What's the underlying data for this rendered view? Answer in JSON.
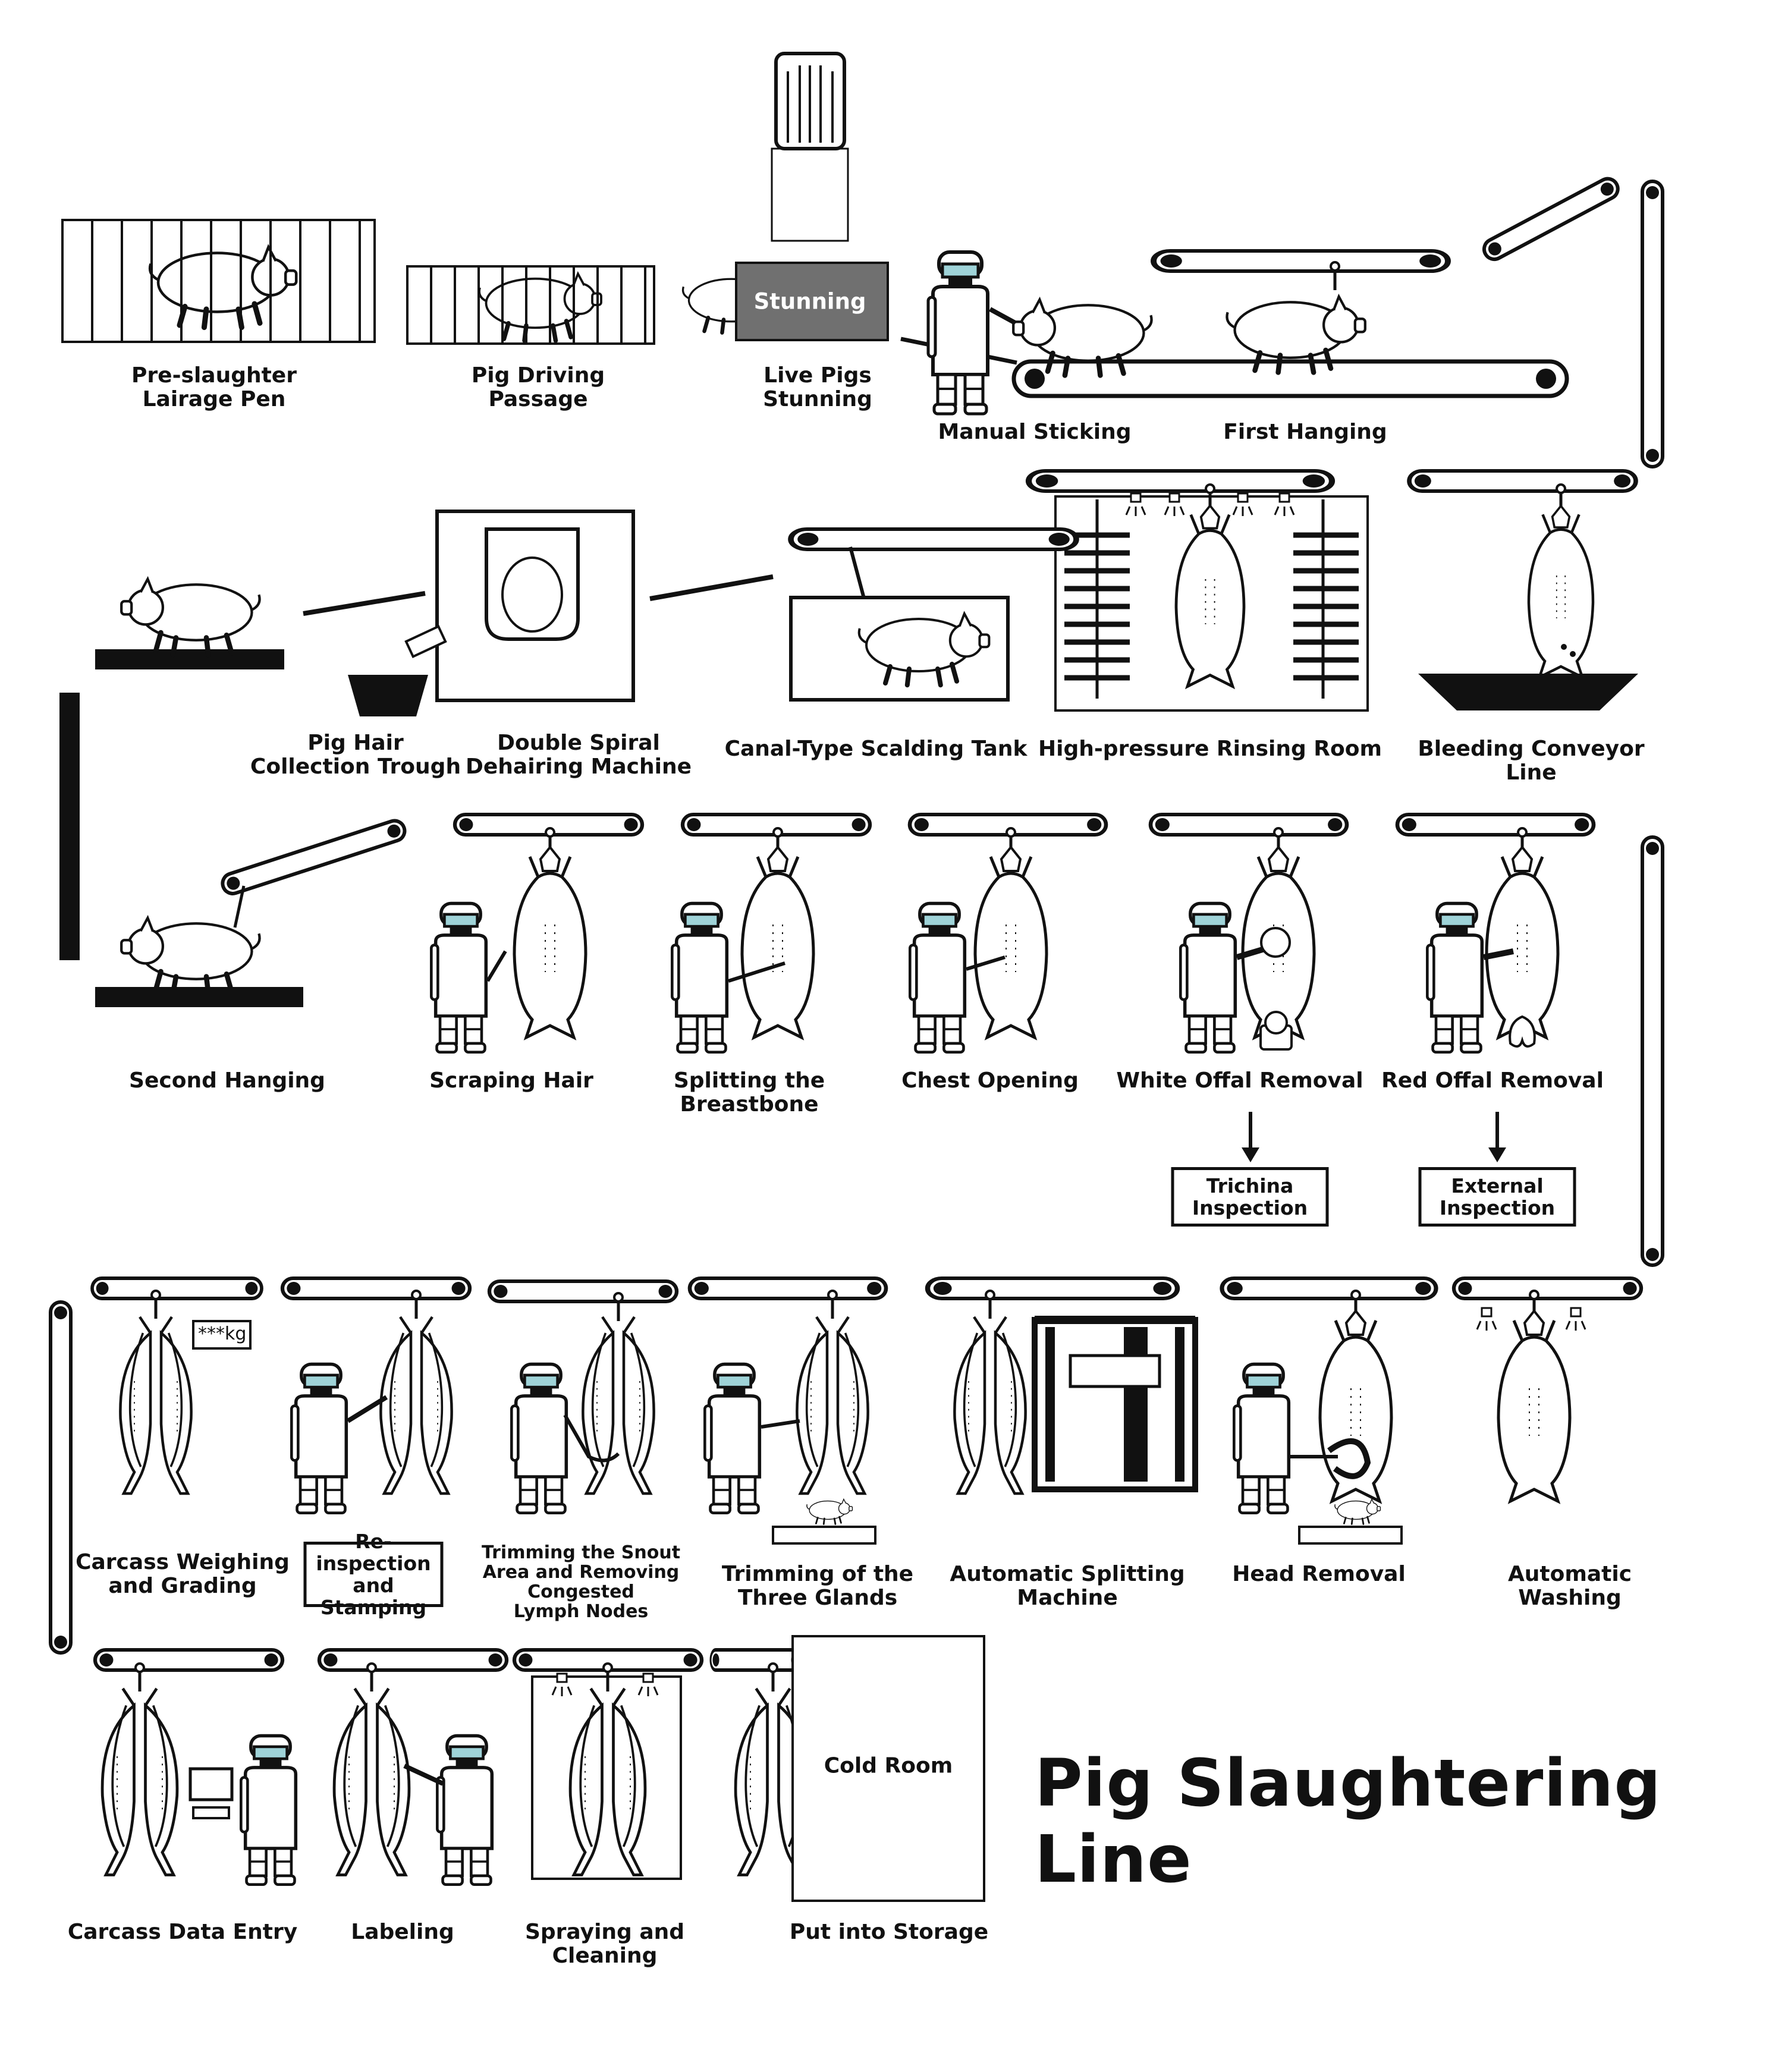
{
  "title": "Pig Slaughtering Line",
  "stations": [
    {
      "id": "lairage",
      "label": "Pre-slaughter\nLairage Pen"
    },
    {
      "id": "driving",
      "label": "Pig Driving\nPassage"
    },
    {
      "id": "stunning",
      "label": "Live Pigs\nStunning",
      "box_text": "Stunning"
    },
    {
      "id": "sticking",
      "label": "Manual Sticking"
    },
    {
      "id": "first_hanging",
      "label": "First Hanging"
    },
    {
      "id": "hair_trough",
      "label": "Pig Hair\nCollection Trough"
    },
    {
      "id": "dehairing",
      "label": "Double Spiral\nDehairing Machine"
    },
    {
      "id": "scalding",
      "label": "Canal-Type Scalding Tank"
    },
    {
      "id": "rinsing",
      "label": "High-pressure Rinsing Room"
    },
    {
      "id": "bleeding",
      "label": "Bleeding Conveyor Line"
    },
    {
      "id": "second_hanging",
      "label": "Second Hanging"
    },
    {
      "id": "scraping",
      "label": "Scraping Hair"
    },
    {
      "id": "breastbone",
      "label": "Splitting the\nBreastbone"
    },
    {
      "id": "chest",
      "label": "Chest Opening"
    },
    {
      "id": "white_offal",
      "label": "White Offal Removal",
      "inspection": "Trichina\nInspection"
    },
    {
      "id": "red_offal",
      "label": "Red Offal Removal",
      "inspection": "External\nInspection"
    },
    {
      "id": "weighing",
      "label": "Carcass Weighing\nand Grading",
      "scale_text": "***kg"
    },
    {
      "id": "reinspection",
      "label": "Re-inspection\nand Stamping"
    },
    {
      "id": "snout",
      "label": "Trimming the Snout\nArea and Removing\nCongested\nLymph Nodes"
    },
    {
      "id": "glands",
      "label": "Trimming of the\nThree Glands"
    },
    {
      "id": "splitting",
      "label": "Automatic Splitting\nMachine"
    },
    {
      "id": "head",
      "label": "Head Removal"
    },
    {
      "id": "washing",
      "label": "Automatic Washing"
    },
    {
      "id": "data_entry",
      "label": "Carcass Data Entry"
    },
    {
      "id": "labeling",
      "label": "Labeling"
    },
    {
      "id": "spraying",
      "label": "Spraying and\nCleaning"
    },
    {
      "id": "storage",
      "label": "Put into Storage",
      "room_text": "Cold Room"
    }
  ]
}
